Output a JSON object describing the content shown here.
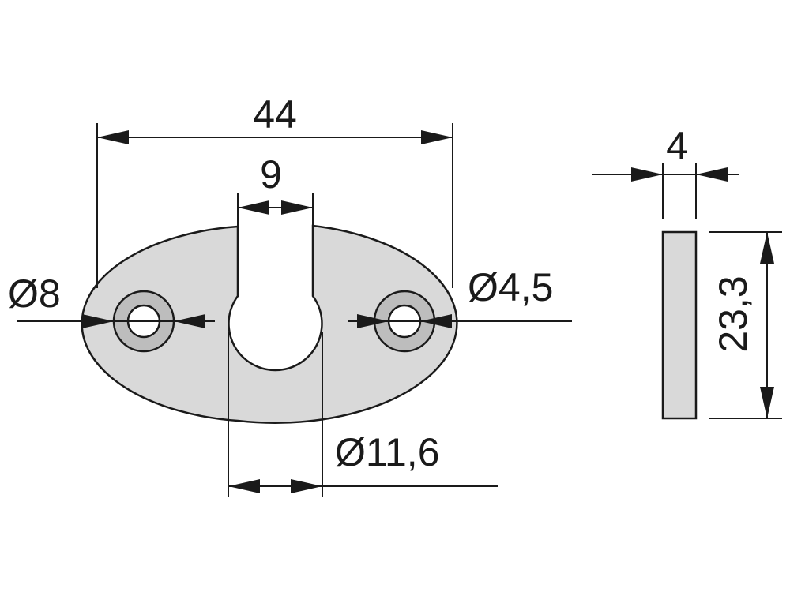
{
  "colors": {
    "part_fill": "#d9d9d9",
    "bushing_fill": "#bdbdbd",
    "outline": "#1a1a1a",
    "background": "#ffffff"
  },
  "dimensions": {
    "overall_length": "44",
    "slot_width": "9",
    "bushing_outer_diameter": "Ø8",
    "hole_diameter": "Ø4,5",
    "center_hole_diameter": "Ø11,6",
    "thickness": "4",
    "height": "23,3"
  }
}
